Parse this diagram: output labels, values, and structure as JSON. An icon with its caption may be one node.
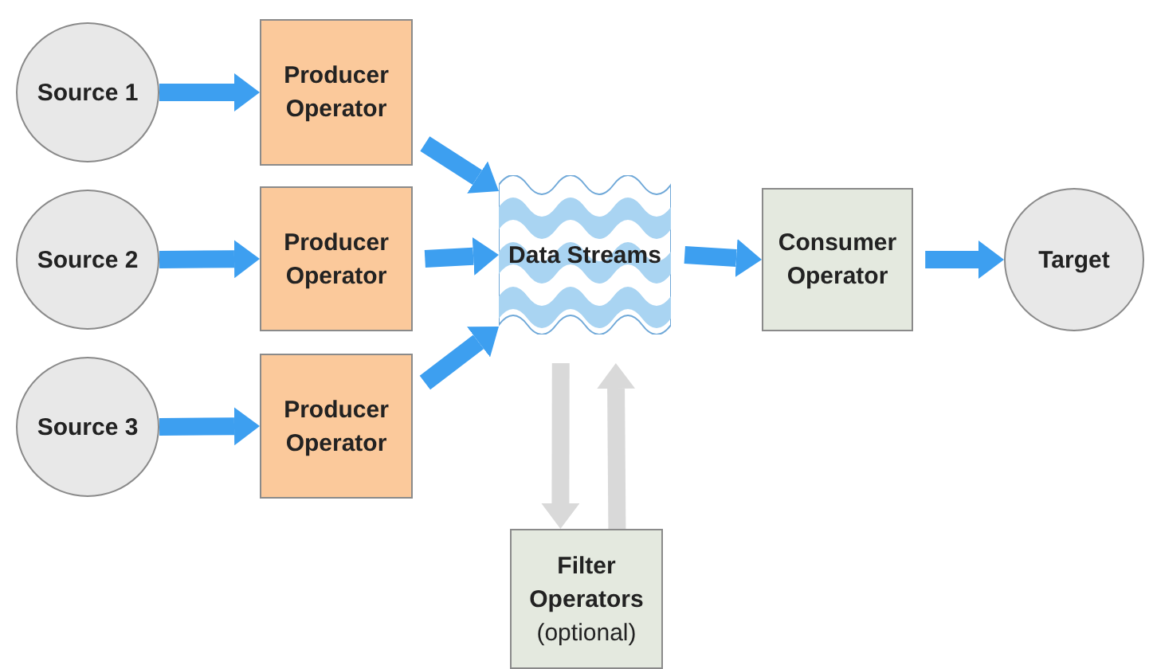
{
  "diagram": {
    "nodes": [
      {
        "text": [
          "Source 1"
        ]
      },
      {
        "text": [
          "Source 2"
        ]
      },
      {
        "text": [
          "Source 3"
        ]
      },
      {
        "text": [
          "Producer Operator"
        ]
      },
      {
        "text": [
          "Producer Operator"
        ]
      },
      {
        "text": [
          "Producer Operator"
        ]
      },
      {
        "text": [
          "Data Streams"
        ]
      },
      {
        "text": [
          "Consumer Operator"
        ]
      },
      {
        "text": [
          "Target"
        ]
      },
      {
        "text": [
          "Filter Operators",
          "(optional)"
        ]
      }
    ],
    "edges": [
      {
        "from": 0,
        "to": 3,
        "arrow": "to"
      },
      {
        "from": 1,
        "to": 4,
        "arrow": "to"
      },
      {
        "from": 2,
        "to": 5,
        "arrow": "to"
      },
      {
        "from": 3,
        "to": 6,
        "arrow": "to"
      },
      {
        "from": 4,
        "to": 6,
        "arrow": "to"
      },
      {
        "from": 5,
        "to": 6,
        "arrow": "to"
      },
      {
        "from": 6,
        "to": 7,
        "arrow": "to"
      },
      {
        "from": 7,
        "to": 8,
        "arrow": "to"
      },
      {
        "from": 6,
        "to": 9,
        "arrow": "to",
        "color": "#d9d9d9"
      },
      {
        "from": 9,
        "to": 6,
        "arrow": "to",
        "color": "#d9d9d9"
      }
    ]
  }
}
